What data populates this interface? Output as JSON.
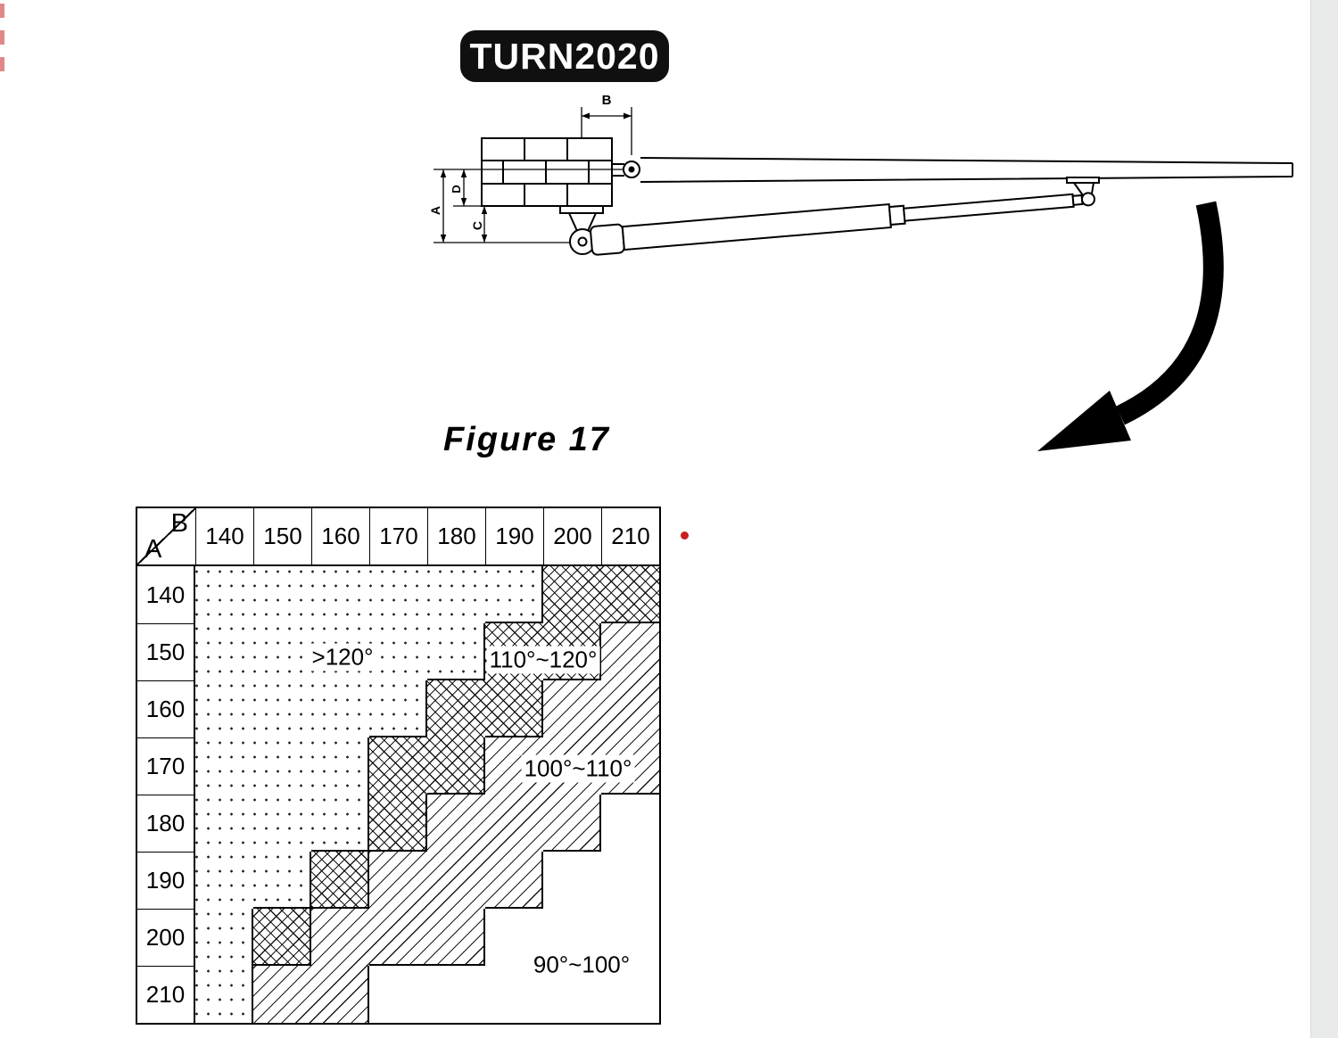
{
  "page": {
    "product_badge": "TURN2020",
    "figure_caption": "Figure 17"
  },
  "drawing": {
    "dim_labels": {
      "a": "A",
      "b": "B",
      "c": "C",
      "d": "D"
    }
  },
  "chart_data": {
    "type": "heatmap",
    "title": "Figure 17",
    "corner": {
      "col_axis": "B",
      "row_axis": "A"
    },
    "col_headers": [
      "140",
      "150",
      "160",
      "170",
      "180",
      "190",
      "200",
      "210"
    ],
    "row_headers": [
      "140",
      "150",
      "160",
      "170",
      "180",
      "190",
      "200",
      "210"
    ],
    "legend": {
      "dotted": ">120°",
      "crosshatch": "110°~120°",
      "diagonal": "100°~110°",
      "plain": "90°~100°"
    },
    "cells": [
      [
        "dotted",
        "dotted",
        "dotted",
        "dotted",
        "dotted",
        "dotted",
        "crosshatch",
        "crosshatch"
      ],
      [
        "dotted",
        "dotted",
        "dotted",
        "dotted",
        "dotted",
        "crosshatch",
        "crosshatch",
        "diagonal"
      ],
      [
        "dotted",
        "dotted",
        "dotted",
        "dotted",
        "crosshatch",
        "crosshatch",
        "diagonal",
        "diagonal"
      ],
      [
        "dotted",
        "dotted",
        "dotted",
        "crosshatch",
        "crosshatch",
        "diagonal",
        "diagonal",
        "diagonal"
      ],
      [
        "dotted",
        "dotted",
        "dotted",
        "crosshatch",
        "diagonal",
        "diagonal",
        "diagonal",
        "plain"
      ],
      [
        "dotted",
        "dotted",
        "crosshatch",
        "diagonal",
        "diagonal",
        "diagonal",
        "plain",
        "plain"
      ],
      [
        "dotted",
        "crosshatch",
        "diagonal",
        "diagonal",
        "diagonal",
        "plain",
        "plain",
        "plain"
      ],
      [
        "dotted",
        "diagonal",
        "diagonal",
        "plain",
        "plain",
        "plain",
        "plain",
        "plain"
      ]
    ],
    "labels": [
      {
        "text": ">120°"
      },
      {
        "text": "110°~120°"
      },
      {
        "text": "100°~110°"
      },
      {
        "text": "90°~100°"
      }
    ]
  }
}
